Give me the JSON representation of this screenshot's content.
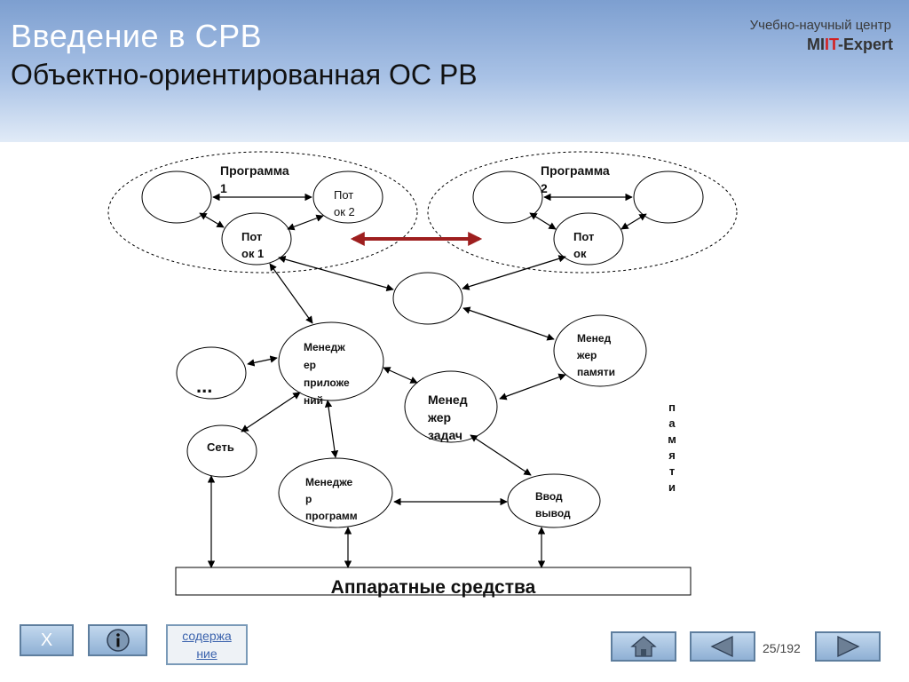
{
  "header": {
    "title": "Введение в СРВ",
    "subtitle": "Объектно-ориентированная ОС РВ",
    "brand_top": "Учебно-научный центр",
    "brand_prefix": "MI",
    "brand_accent": "IT",
    "brand_suffix": "-Expert"
  },
  "diagram": {
    "program1": {
      "line1": "Программа",
      "line2": "1"
    },
    "program2": {
      "line1": "Программа",
      "line2": "2"
    },
    "thread2_p1": {
      "line1": "Пот",
      "line2": "ок 2"
    },
    "thread1_p1": {
      "line1": "Пот",
      "line2": "ок 1"
    },
    "thread_p2": {
      "line1": "Пот",
      "line2": "ок"
    },
    "app_manager": {
      "line1": "Менедж",
      "line2": "ер",
      "line3": "приложе",
      "line4": "ний"
    },
    "memory_manager": {
      "line1": "Менед",
      "line2": "жер",
      "line3": "памяти"
    },
    "task_manager": {
      "line1": "Менед",
      "line2": "жер",
      "line3": "задач"
    },
    "network": "Сеть",
    "program_manager": {
      "line1": "Менедже",
      "line2": "р",
      "line3": "программ"
    },
    "io": {
      "line1": "Ввод",
      "line2": "вывод"
    },
    "ellipsis": "...",
    "hardware": "Аппаратные средства",
    "memory_vertical": [
      "п",
      "а",
      "м",
      "я",
      "т",
      "и"
    ],
    "colors": {
      "ipc_arrow": "#9e1f1f",
      "lines": "#000000"
    }
  },
  "nav": {
    "exit_label": "X",
    "info_icon": "info-icon",
    "contents_line1": "содержа",
    "contents_line2": "ние",
    "home_icon": "home-icon",
    "prev_icon": "prev-arrow-icon",
    "next_icon": "next-arrow-icon",
    "page_indicator": "25/192"
  },
  "colors": {
    "header_top": "#7d9fd0",
    "header_bottom": "#e1ebf7",
    "brand_accent": "#d42020",
    "nav_fill": "#a9c4e4",
    "link": "#3b63ad"
  }
}
